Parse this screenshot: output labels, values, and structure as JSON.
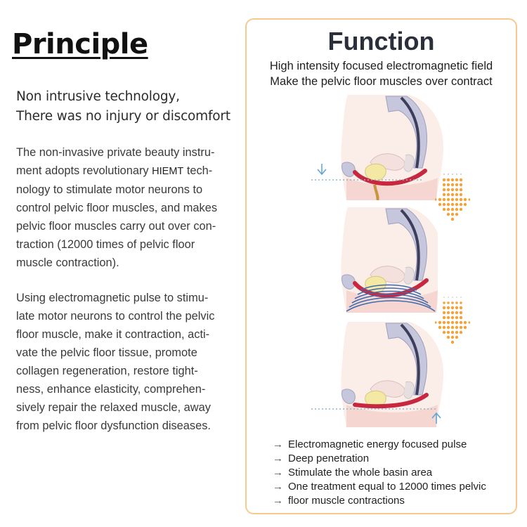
{
  "principle": {
    "title": "Principle",
    "subtitle_lines": [
      "Non intrusive technology,",
      "There was no injury or discomfort"
    ],
    "paragraph1": {
      "lines": [
        "The non-invasive private beauty instru-",
        "ment adopts revolutionary ",
        "nology to stimulate motor neurons to",
        "control pelvic floor muscles, and makes",
        "pelvic floor muscles carry out over con-",
        "traction (12000 times of pelvic floor",
        "muscle contraction)."
      ],
      "acronym": "HIEMT",
      "acronym_suffix": " tech-"
    },
    "paragraph2": {
      "lines": [
        "Using electromagnetic pulse to stimu-",
        "late motor neurons to control the pelvic",
        "floor muscle, make it contraction, acti-",
        "vate the pelvic floor tissue, promote",
        "collagen regeneration, restore tight-",
        "ness, enhance elasticity, comprehen-",
        "sively repair the relaxed muscle, away",
        "from pelvic floor dysfunction diseases."
      ]
    }
  },
  "function": {
    "title": "Function",
    "subtitle_lines": [
      "High intensity focused electromagnetic field",
      "Make the pelvic floor muscles over contract"
    ],
    "illustrations": [
      {
        "name": "relaxed-pelvic-floor",
        "indicator": "arrow-down"
      },
      {
        "name": "electromagnetic-stimulation",
        "indicator": "waves"
      },
      {
        "name": "contracted-pelvic-floor",
        "indicator": "arrow-up"
      }
    ],
    "bullet_arrow": "→",
    "bullets": [
      "Electromagnetic energy focused pulse",
      "Deep penetration",
      "Stimulate the whole basin area",
      "One treatment equal to 12000 times pelvic",
      "floor muscle contractions"
    ]
  },
  "colors": {
    "panel_border": "#f7c98e",
    "muscle_red": "#c8283f",
    "dot_arrow_orange": "#f2a33a",
    "indicator_blue": "#5aa4d6",
    "skin": "#fbeee8",
    "spine": "#b9b9d3"
  }
}
